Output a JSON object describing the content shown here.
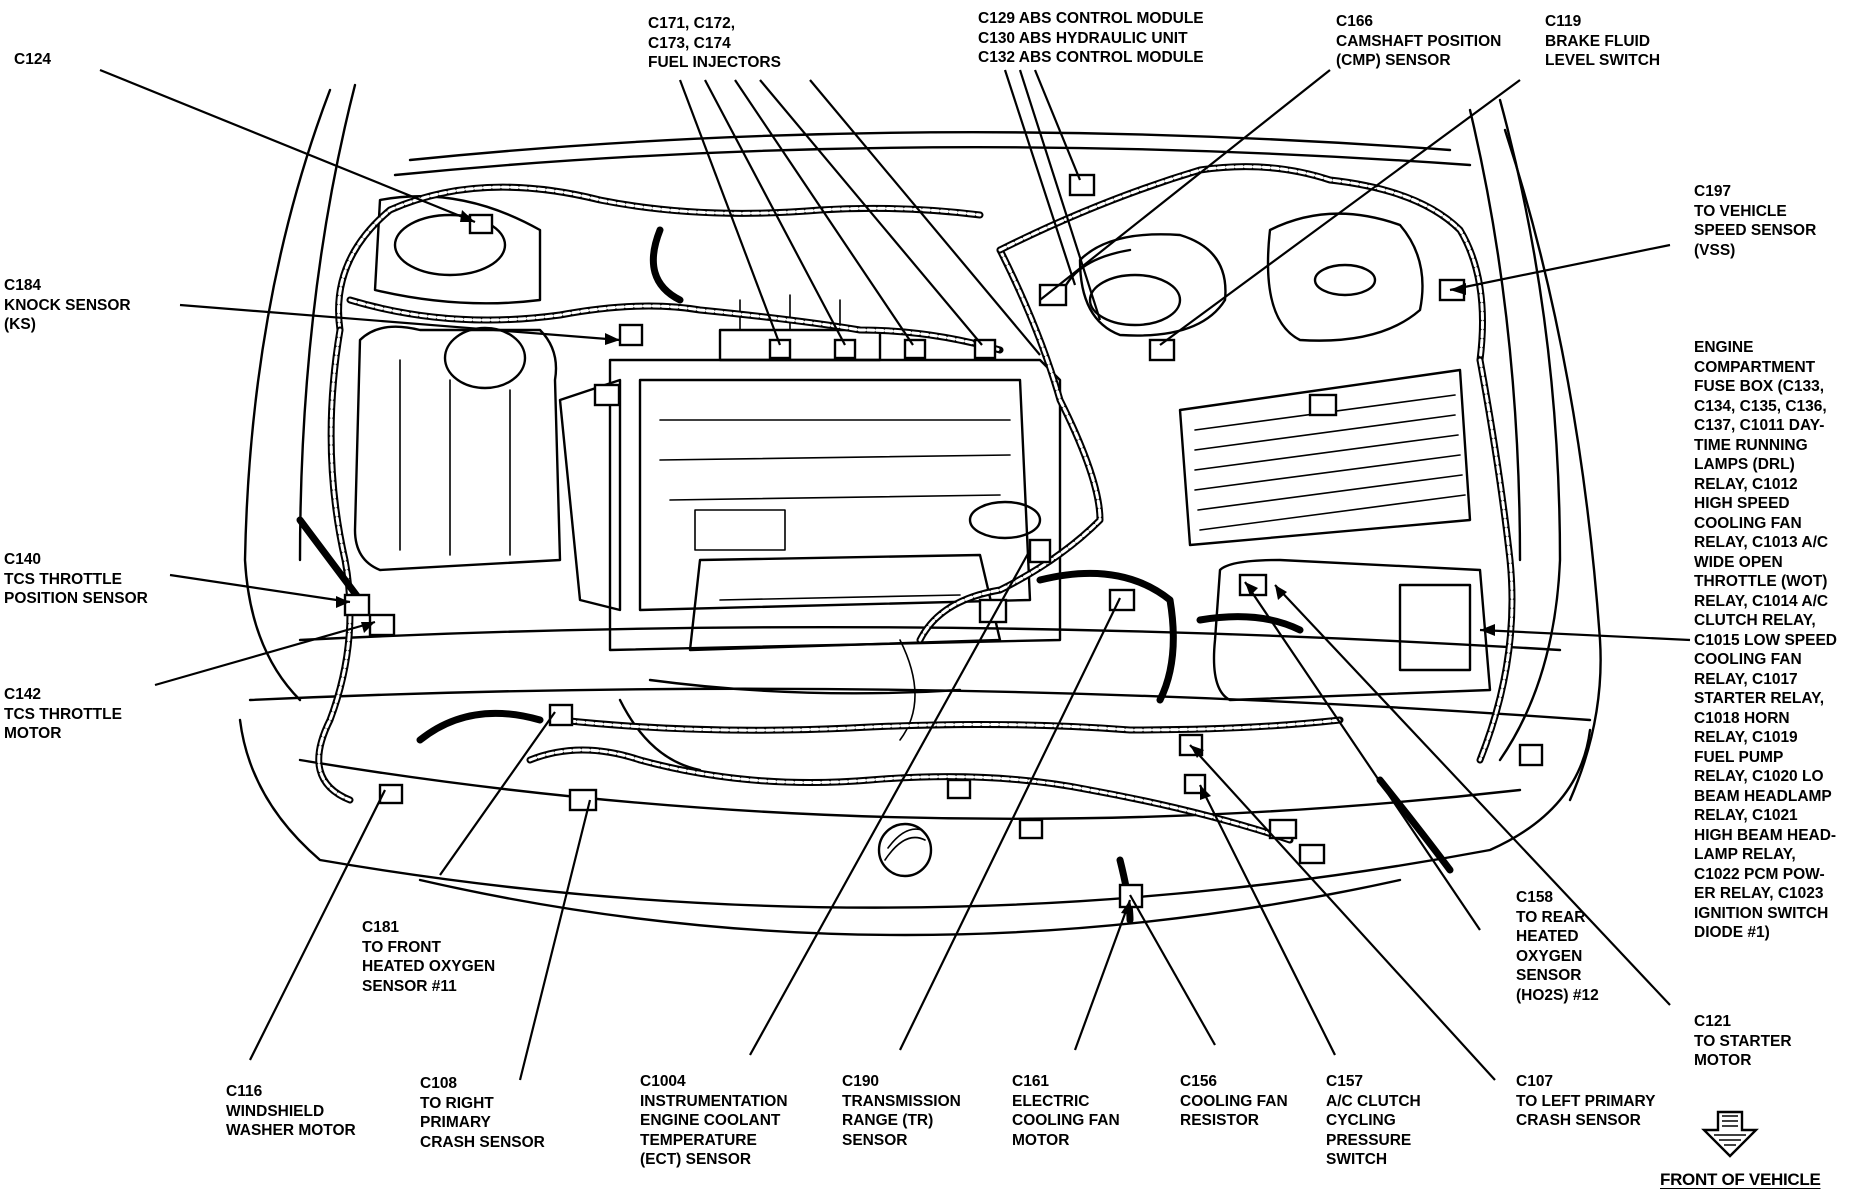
{
  "labels": [
    {
      "id": "c124",
      "lines": [
        "C124"
      ]
    },
    {
      "id": "c171",
      "lines": [
        "C171, C172,",
        "C173, C174",
        "FUEL INJECTORS"
      ]
    },
    {
      "id": "c129",
      "lines": [
        "C129 ABS CONTROL MODULE",
        "C130 ABS HYDRAULIC UNIT",
        "C132 ABS CONTROL MODULE"
      ]
    },
    {
      "id": "c166",
      "lines": [
        "C166",
        "CAMSHAFT POSITION",
        "(CMP) SENSOR"
      ]
    },
    {
      "id": "c119",
      "lines": [
        "C119",
        "BRAKE FLUID",
        "LEVEL SWITCH"
      ]
    },
    {
      "id": "c197",
      "lines": [
        "C197",
        "TO VEHICLE",
        "SPEED SENSOR",
        "(VSS)"
      ]
    },
    {
      "id": "c184",
      "lines": [
        "C184",
        "KNOCK SENSOR",
        "(KS)"
      ]
    },
    {
      "id": "fusebox",
      "lines": [
        "ENGINE",
        "COMPARTMENT",
        "FUSE BOX (C133,",
        "C134, C135, C136,",
        "C137, C1011 DAY-",
        "TIME RUNNING",
        "LAMPS (DRL)",
        "RELAY, C1012",
        "HIGH SPEED",
        "COOLING FAN",
        "RELAY, C1013 A/C",
        "WIDE OPEN",
        "THROTTLE (WOT)",
        "RELAY, C1014 A/C",
        "CLUTCH RELAY,",
        "C1015 LOW SPEED",
        "COOLING FAN",
        "RELAY, C1017",
        "STARTER RELAY,",
        "C1018 HORN",
        "RELAY, C1019",
        "FUEL PUMP",
        "RELAY, C1020 LO",
        "BEAM HEADLAMP",
        "RELAY, C1021",
        "HIGH BEAM HEAD-",
        "LAMP RELAY,",
        "C1022 PCM POW-",
        "ER RELAY, C1023",
        "IGNITION  SWITCH",
        "DIODE #1)"
      ]
    },
    {
      "id": "c140",
      "lines": [
        "C140",
        "TCS THROTTLE",
        "POSITION SENSOR"
      ]
    },
    {
      "id": "c142",
      "lines": [
        "C142",
        "TCS THROTTLE",
        "MOTOR"
      ]
    },
    {
      "id": "c181",
      "lines": [
        "C181",
        "TO FRONT",
        "HEATED OXYGEN",
        "SENSOR #11"
      ]
    },
    {
      "id": "c158",
      "lines": [
        "C158",
        "TO REAR",
        "HEATED",
        "OXYGEN",
        "SENSOR",
        "(HO2S) #12"
      ]
    },
    {
      "id": "c121",
      "lines": [
        "C121",
        "TO STARTER",
        "MOTOR"
      ]
    },
    {
      "id": "c116",
      "lines": [
        "C116",
        "WINDSHIELD",
        "WASHER MOTOR"
      ]
    },
    {
      "id": "c108",
      "lines": [
        "C108",
        "TO RIGHT",
        "PRIMARY",
        "CRASH SENSOR"
      ]
    },
    {
      "id": "c1004",
      "lines": [
        "C1004",
        "INSTRUMENTATION",
        "ENGINE COOLANT",
        "TEMPERATURE",
        "(ECT) SENSOR"
      ]
    },
    {
      "id": "c190",
      "lines": [
        "C190",
        "TRANSMISSION",
        "RANGE (TR)",
        "SENSOR"
      ]
    },
    {
      "id": "c161",
      "lines": [
        "C161",
        "ELECTRIC",
        "COOLING FAN",
        "MOTOR"
      ]
    },
    {
      "id": "c156",
      "lines": [
        "C156",
        "COOLING FAN",
        "RESISTOR"
      ]
    },
    {
      "id": "c157",
      "lines": [
        "C157",
        "A/C CLUTCH",
        "CYCLING",
        "PRESSURE",
        "SWITCH"
      ]
    },
    {
      "id": "c107",
      "lines": [
        "C107",
        "TO LEFT PRIMARY",
        "CRASH SENSOR"
      ]
    }
  ],
  "orientation": {
    "label": "FRONT OF VEHICLE"
  },
  "icons": {
    "front_arrow": "down-arrow-icon"
  }
}
